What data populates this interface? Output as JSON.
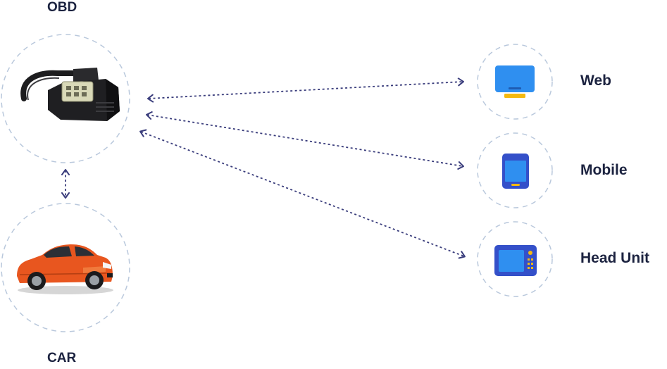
{
  "nodes": {
    "obd": {
      "label": "OBD"
    },
    "car": {
      "label": "CAR"
    },
    "web": {
      "label": "Web"
    },
    "mobile": {
      "label": "Mobile"
    },
    "head_unit": {
      "label": "Head Unit"
    }
  },
  "colors": {
    "circle_outline": "#b9c8dc",
    "connector_line": "#3a3d7c",
    "label_text": "#1c2340",
    "device_blue": "#2f8ff0",
    "device_accent": "#f5b90f",
    "device_dark": "#3450c9",
    "car_body": "#e8561f"
  },
  "icons": {
    "obd": "obd-connector-image",
    "car": "car-image",
    "web": "monitor-icon",
    "mobile": "tablet-icon",
    "head_unit": "head-unit-icon"
  }
}
